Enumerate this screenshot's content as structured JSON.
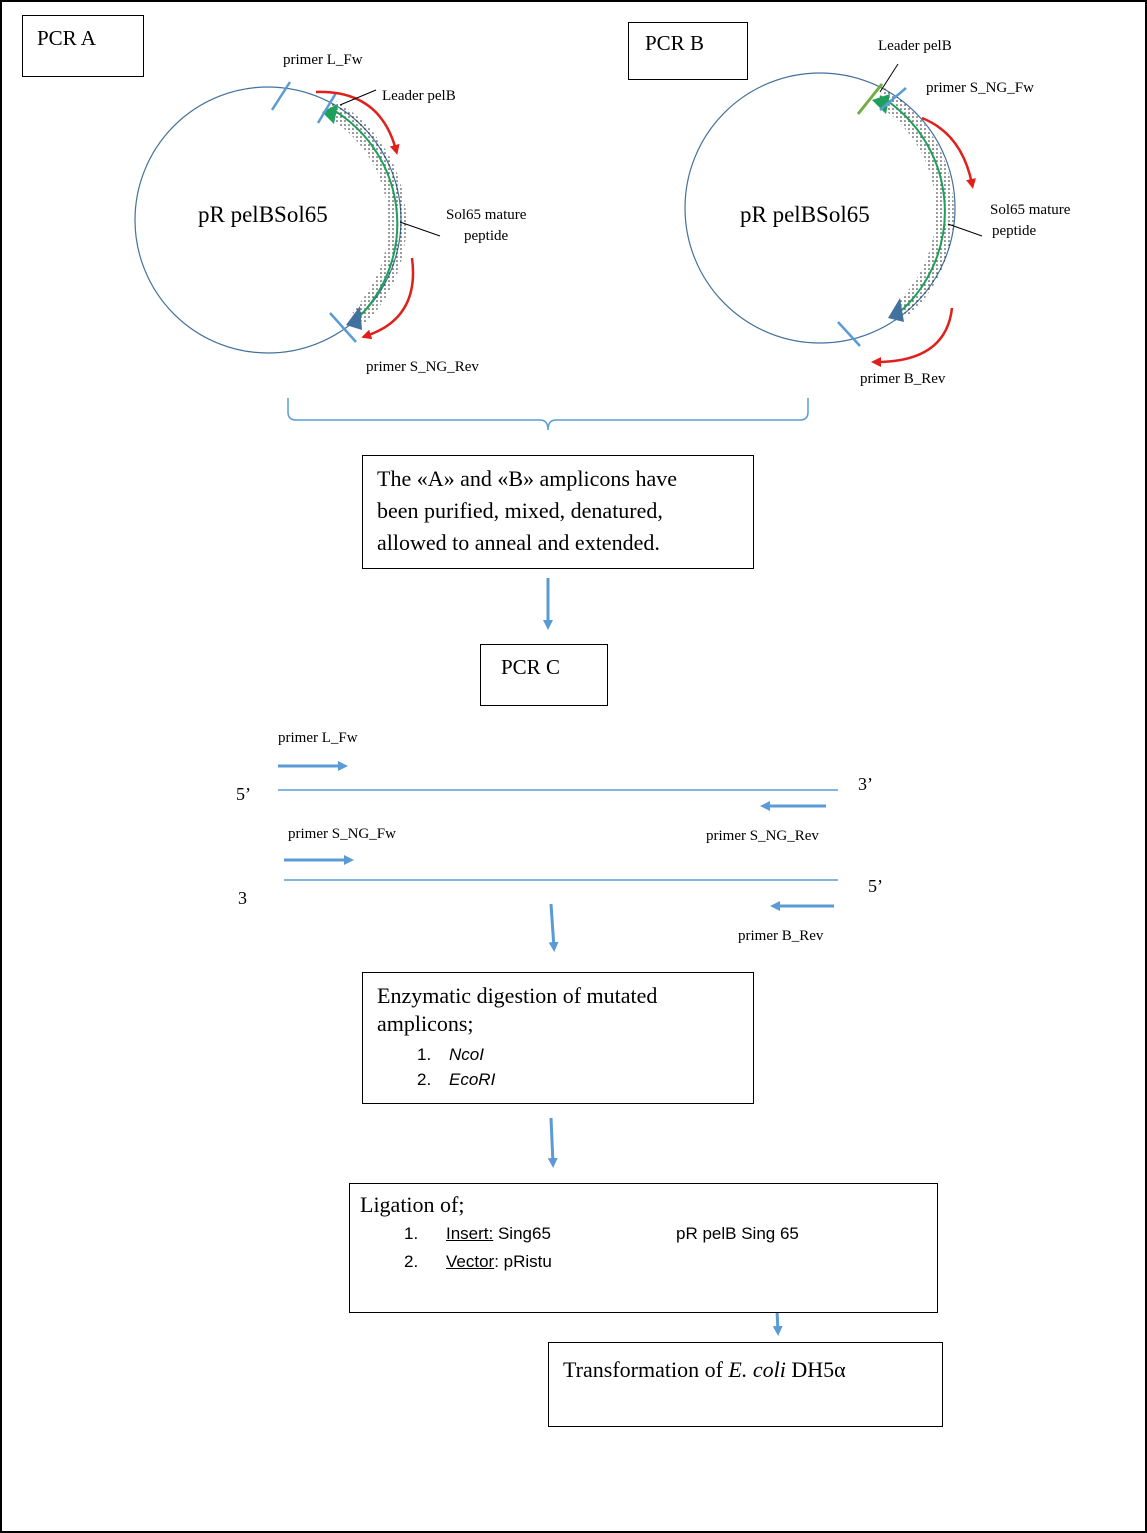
{
  "pcr_a": {
    "box_label": "PCR A",
    "plasmid_name": "pR pelBSol65",
    "primer_fw": "primer L_Fw",
    "leader": "Leader pelB",
    "mature_line1": "Sol65 mature",
    "mature_line2": "peptide",
    "primer_rev": "primer S_NG_Rev"
  },
  "pcr_b": {
    "box_label": "PCR B",
    "plasmid_name": "pR pelBSol65",
    "leader": "Leader pelB",
    "primer_fw": "primer S_NG_Fw",
    "mature_line1": "Sol65 mature",
    "mature_line2": "peptide",
    "primer_rev": "primer B_Rev"
  },
  "merge_box": {
    "line1": "The «A» and «B» amplicons have",
    "line2": "been purified, mixed, denatured,",
    "line3": "allowed to anneal and extended."
  },
  "pcr_c": {
    "box_label": "PCR C",
    "strand1_primer_fw": "primer L_Fw",
    "strand1_left_end": "5’",
    "strand1_right_end": "3’",
    "strand1_primer_rev": "primer S_NG_Rev",
    "strand2_primer_fw": "primer S_NG_Fw",
    "strand2_left_end": "3",
    "strand2_right_end": "5’",
    "strand2_primer_rev": "primer B_Rev"
  },
  "digestion": {
    "line1": "Enzymatic digestion of mutated",
    "line2": "amplicons;",
    "item1_num": "1.",
    "item1": "NcoI",
    "item2_num": "2.",
    "item2": "EcoRI"
  },
  "ligation": {
    "title": "Ligation of;",
    "item1_num": "1.",
    "item1_label": "Insert:",
    "item1_value": " Sing65",
    "item2_num": "2.",
    "item2_label": "Vector",
    "item2_value": ": pRistu",
    "product": "pR pelB Sing 65"
  },
  "transformation": {
    "prefix": "Transformation of ",
    "species": "E. coli",
    "suffix": " DH5α"
  },
  "colors": {
    "arrow_blue": "#5b9bd5",
    "plasmid_blue": "#41719c",
    "primer_red": "#e0201b",
    "insert_green": "#1fa05a",
    "leader_green": "#70ad47"
  }
}
